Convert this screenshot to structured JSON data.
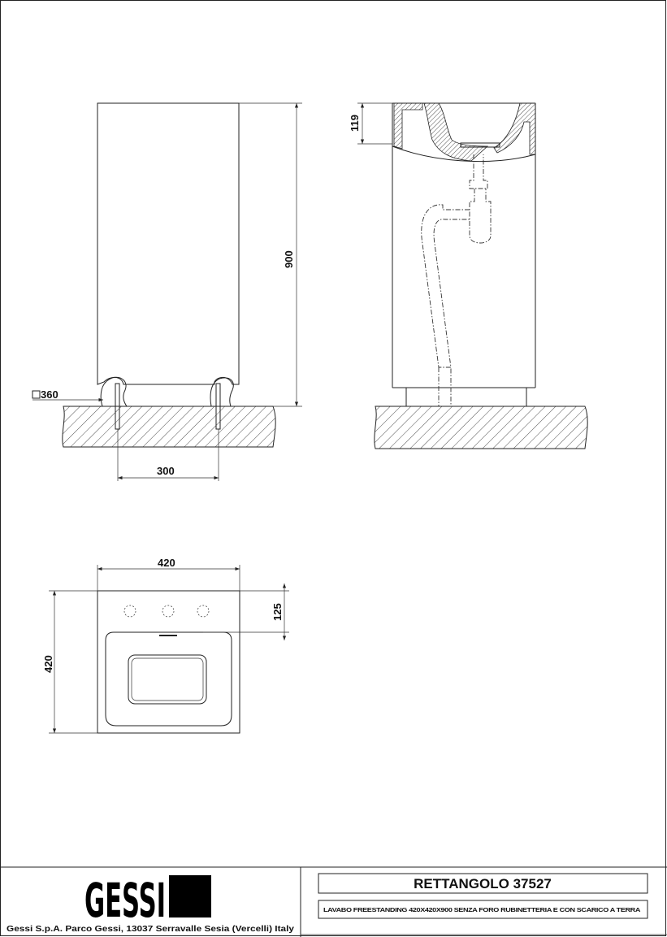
{
  "drawing": {
    "dimensions": {
      "height": "900",
      "basin_depth": "119",
      "square": "360",
      "fixing_distance": "300",
      "width": "420",
      "depth": "420",
      "tap_offset": "125"
    }
  },
  "title_block": {
    "logo_text": "GESSI",
    "company_address": "Gessi S.p.A. Parco Gessi, 13037 Serravalle Sesia (Vercelli) Italy",
    "product_title": "RETTANGOLO  37527",
    "product_description": "LAVABO FREESTANDING 420X420X900 SENZA FORO RUBINETTERIA E CON SCARICO A TERRA"
  }
}
